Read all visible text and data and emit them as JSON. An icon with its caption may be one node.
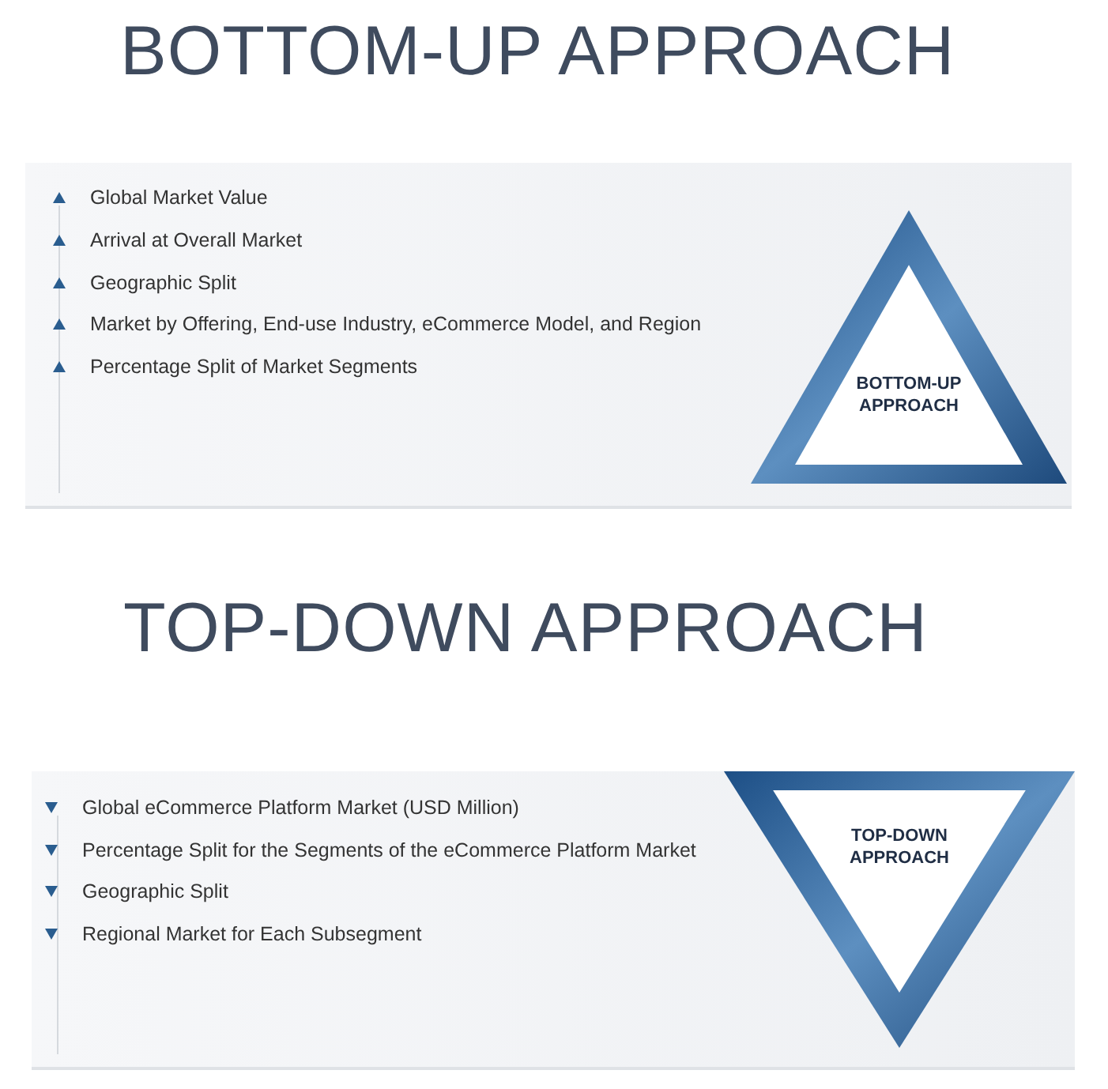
{
  "diagram": {
    "nodes": [
      {
        "text": [
          "BOTTOM-UP APPROACH",
          "Global Market Value",
          "Arrival at Overall Market",
          "Geographic Split",
          "Market by Offering, End-use Industry, eCommerce Model, and Region",
          "Percentage Split of Market Segments"
        ]
      },
      {
        "text": [
          "BOTTOM-UP APPROACH"
        ],
        "in": 0
      },
      {
        "text": [
          "TOP-DOWN APPROACH",
          "Global eCommerce Platform Market (USD Million)",
          "Percentage Split for the Segments of the eCommerce Platform Market",
          "Geographic Split",
          "Regional Market for Each Subsegment"
        ]
      },
      {
        "text": [
          "TOP-DOWN APPROACH"
        ],
        "in": 2
      }
    ]
  }
}
